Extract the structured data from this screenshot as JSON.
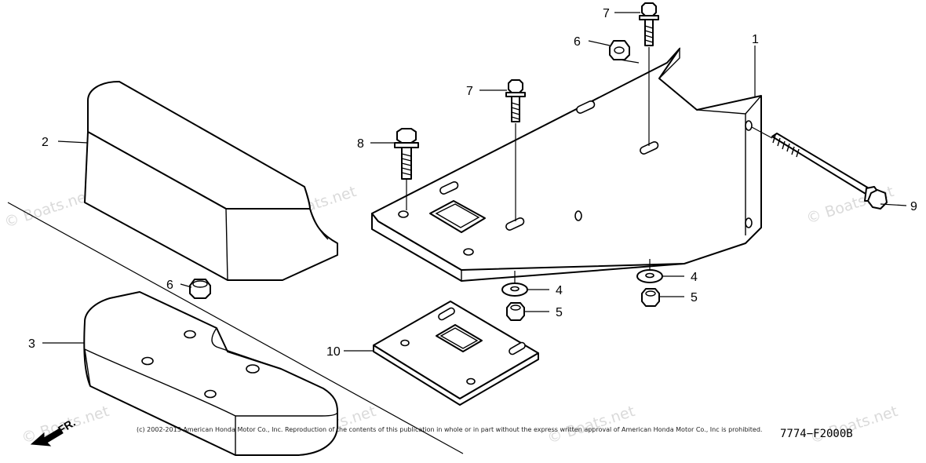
{
  "callouts": {
    "c1": "1",
    "c2": "2",
    "c3": "3",
    "c4a": "4",
    "c4b": "4",
    "c5a": "5",
    "c5b": "5",
    "c6a": "6",
    "c6b": "6",
    "c7a": "7",
    "c7b": "7",
    "c8": "8",
    "c9": "9",
    "c10": "10"
  },
  "front_marker": "FR.",
  "figure_code": "7774−F2000B",
  "copyright": "(c) 2002-2013 American Honda Motor Co., Inc. Reproduction of the contents of this publication in whole or in part without the express written approval of American Honda Motor Co., Inc is prohibited.",
  "watermark": "© Boats.net"
}
